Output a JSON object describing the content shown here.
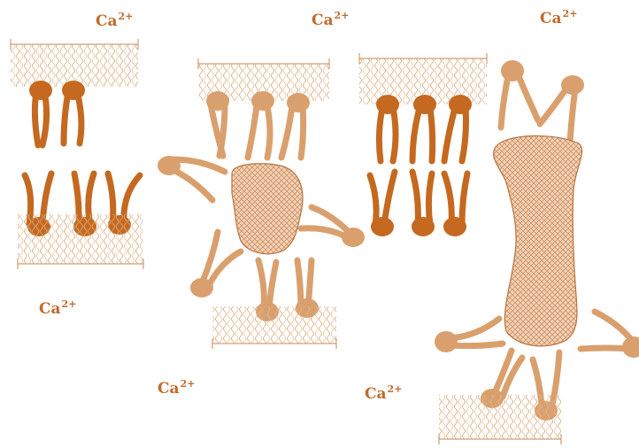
{
  "ion_labels": [
    {
      "species": "Ca",
      "charge": "2+"
    },
    {
      "species": "Ca",
      "charge": "2+"
    },
    {
      "species": "Ca",
      "charge": "2+"
    },
    {
      "species": "Ca",
      "charge": "2+"
    },
    {
      "species": "Ca",
      "charge": "2+"
    },
    {
      "species": "Ca",
      "charge": "2+"
    }
  ],
  "colors": {
    "ion_text": "#c06a2a",
    "lipid_dark": "#c4691f",
    "lipid_light": "#d9a06e",
    "chain_pattern": "#d7a677",
    "protein_fill": "#f2d2b6",
    "protein_mesh": "#c9865a",
    "protein_outline": "#b9733e"
  },
  "icons": [
    "lipid-head-icon",
    "lipid-tail-icon",
    "membrane-protein-icon",
    "bilayer-leaflet-icon"
  ]
}
